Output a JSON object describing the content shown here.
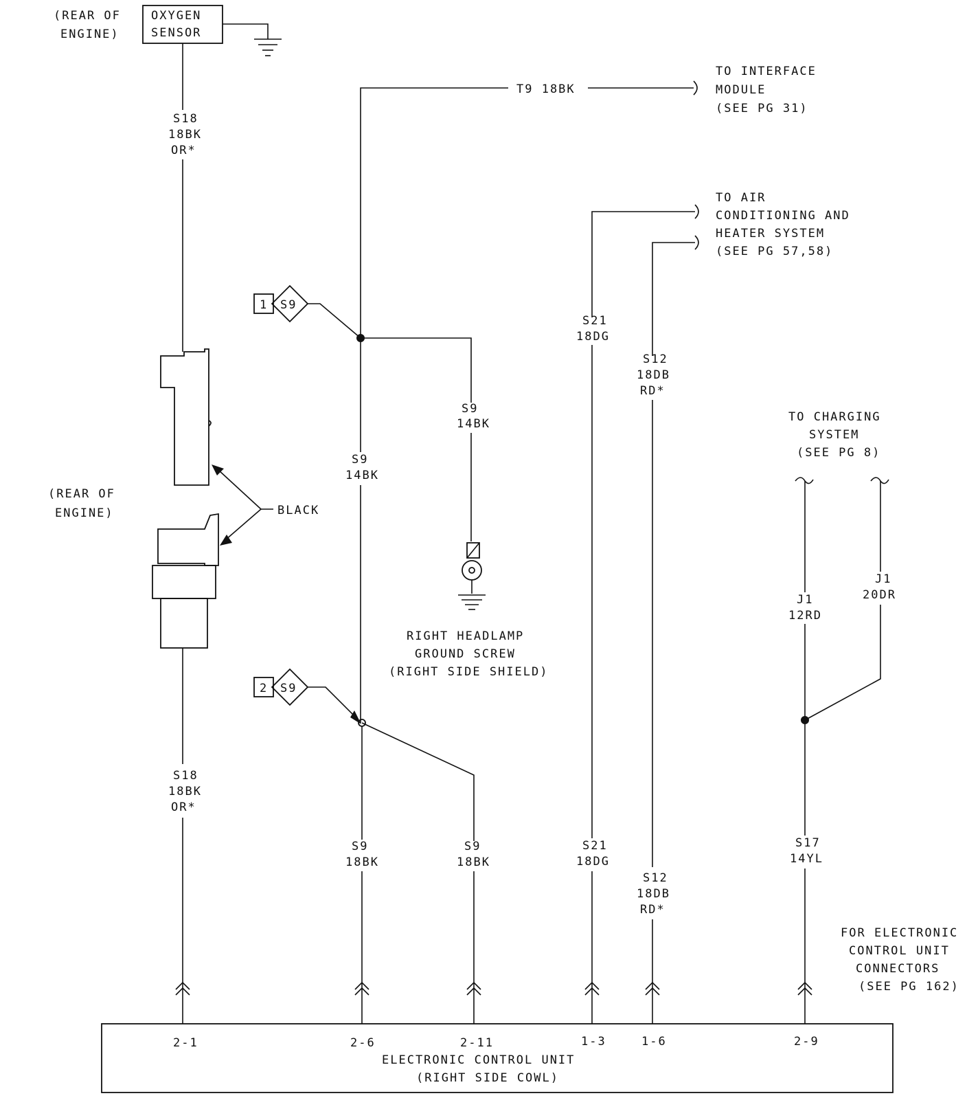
{
  "components": {
    "oxygen_sensor": [
      "OXYGEN",
      "SENSOR"
    ],
    "rear_of_engine_top": [
      "(REAR OF",
      "ENGINE)"
    ],
    "rear_of_engine_mid": [
      "(REAR OF",
      "ENGINE)"
    ],
    "connector_color": "BLACK",
    "ground_screw": [
      "RIGHT HEADLAMP",
      "GROUND SCREW",
      "(RIGHT SIDE SHIELD)"
    ],
    "ecu": [
      "ELECTRONIC CONTROL UNIT",
      "(RIGHT SIDE COWL)"
    ]
  },
  "references": {
    "interface": [
      "TO INTERFACE",
      "MODULE",
      "(SEE PG 31)"
    ],
    "ac": [
      "TO AIR",
      "CONDITIONING AND",
      "HEATER SYSTEM",
      "(SEE PG 57,58)"
    ],
    "charging": [
      "TO CHARGING",
      "SYSTEM",
      "(SEE PG 8)"
    ],
    "ecu_connectors": [
      "FOR ELECTRONIC",
      "CONTROL UNIT",
      "CONNECTORS",
      "(SEE PG 162)"
    ]
  },
  "wire_labels": {
    "t9": "T9 18BK",
    "s18_top": [
      "S18",
      "18BK",
      "OR*"
    ],
    "s18_bottom": [
      "S18",
      "18BK",
      "OR*"
    ],
    "s9_trunk": [
      "S9",
      "14BK"
    ],
    "s9_ground": [
      "S9",
      "14BK"
    ],
    "s9_pin6": [
      "S9",
      "18BK"
    ],
    "s9_pin11": [
      "S9",
      "18BK"
    ],
    "s21_top": [
      "S21",
      "18DG"
    ],
    "s21_bottom": [
      "S21",
      "18DG"
    ],
    "s12_top": [
      "S12",
      "18DB",
      "RD*"
    ],
    "s12_bottom": [
      "S12",
      "18DB",
      "RD*"
    ],
    "j1_left": [
      "J1",
      "12RD"
    ],
    "j1_right": [
      "J1",
      "20DR"
    ],
    "s17": [
      "S17",
      "14YL"
    ]
  },
  "splices": {
    "splice_1": {
      "num": "1",
      "id": "S9"
    },
    "splice_2": {
      "num": "2",
      "id": "S9"
    }
  },
  "ecu_pins": [
    "2-1",
    "2-6",
    "2-11",
    "1-3",
    "1-6",
    "2-9"
  ]
}
